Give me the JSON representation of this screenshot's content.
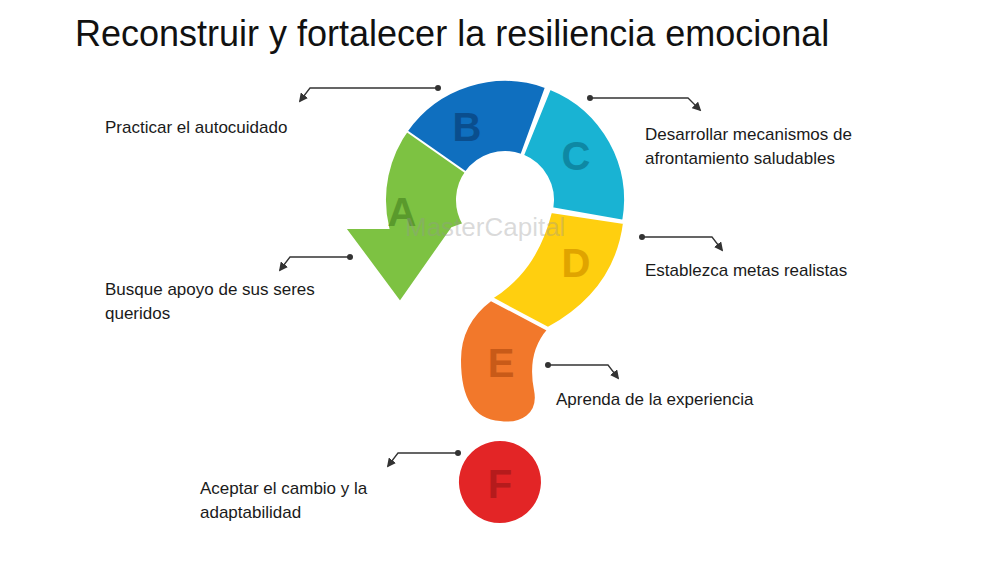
{
  "diagram": {
    "title": "Reconstruir y fortalecer la resiliencia emocional",
    "nodes": [
      {
        "text": [
          "A",
          "Busque apoyo de sus seres queridos"
        ]
      },
      {
        "text": [
          "B",
          "Practicar el autocuidado"
        ]
      },
      {
        "text": [
          "C",
          "Desarrollar mecanismos de afrontamiento saludables"
        ]
      },
      {
        "text": [
          "D",
          "Establezca metas realistas"
        ]
      },
      {
        "text": [
          "E",
          "Aprenda de la experiencia"
        ]
      },
      {
        "text": [
          "F",
          "Aceptar el cambio y la adaptabilidad"
        ]
      }
    ],
    "labels": [
      "MasterCapital"
    ]
  }
}
